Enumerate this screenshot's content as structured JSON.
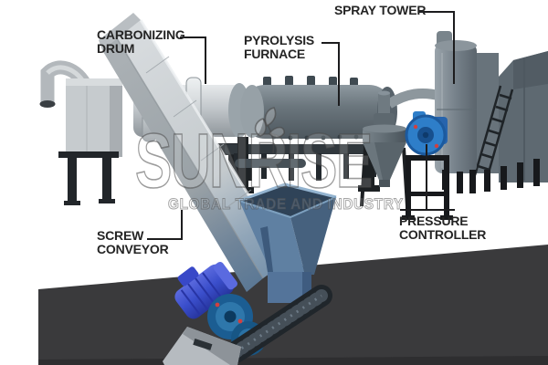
{
  "figure": {
    "type": "labeled-equipment-diagram",
    "subject": "continuous carbonization plant"
  },
  "labels": {
    "carbonizing_drum": {
      "line1": "CARBONIZING",
      "line2": "DRUM"
    },
    "pyrolysis_furnace": {
      "line1": "PYROLYSIS",
      "line2": "FURNACE"
    },
    "spray_tower": {
      "line1": "SPRAY TOWER"
    },
    "screw_conveyor": {
      "line1": "SCREW",
      "line2": "CONVEYOR"
    },
    "pressure_controller": {
      "line1": "PRESSURE",
      "line2": "CONTROLLER"
    }
  },
  "watermark": {
    "brand": "SUNRISE",
    "tagline": "GLOBAL TRADE AND INDUSTRY"
  },
  "colors": {
    "background": "#ffffff",
    "floor": "#3a3a3c",
    "label_text": "#242424",
    "connector_line": "#1c1c1e",
    "drum_silver": "#c9cdd0",
    "furnace_gray": "#6b767d",
    "hopper_blue": "#5f80a2",
    "motor_blue": "#3a4ecb",
    "pump_blue": "#2e7ec9",
    "gearbox_blue": "#1b5d92"
  }
}
